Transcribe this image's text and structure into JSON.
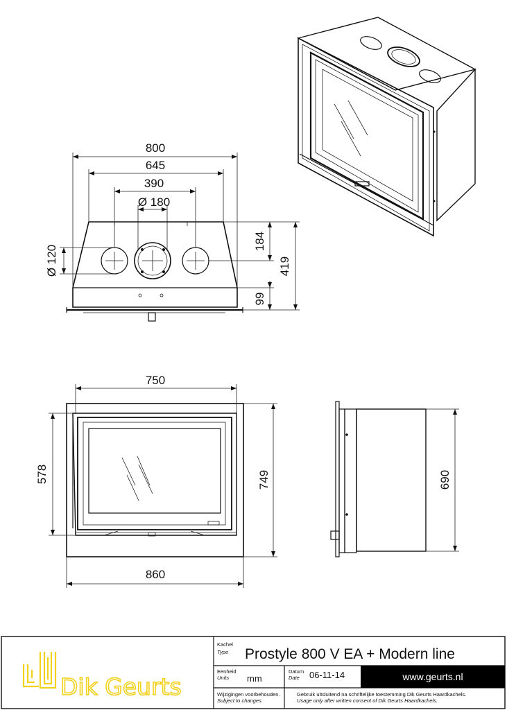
{
  "dimensions": {
    "top_width": "800",
    "top_inner": "645",
    "top_holes": "390",
    "top_diameter": "Ø 180",
    "left_diameter": "Ø 120",
    "right_184": "184",
    "right_419": "419",
    "right_99": "99",
    "front_750": "750",
    "front_578": "578",
    "front_749": "749",
    "front_860": "860",
    "side_690": "690"
  },
  "title_block": {
    "type_label": "Kachel",
    "type_label_en": "Type",
    "type_value": "Prostyle 800 V EA + Modern line",
    "units_label": "Eenheid",
    "units_label_en": "Units",
    "units_value": "mm",
    "date_label": "Datum",
    "date_label_en": "Date",
    "date_value": "06-11-14",
    "website": "www.geurts.nl",
    "changes_nl": "Wijzigingen voorbehouden.",
    "changes_en": "Subject to changes.",
    "consent_nl": "Gebruik uitsluitend na schriftelijke toestemming Dik Geurts Haardkachels.",
    "consent_en": "Usage only after written consent of Dik Geurts Haardkachels.",
    "logo_text": "Dik Geurts"
  },
  "colors": {
    "logo": "#f2d11b",
    "ink": "#111111",
    "banner": "#000000"
  }
}
